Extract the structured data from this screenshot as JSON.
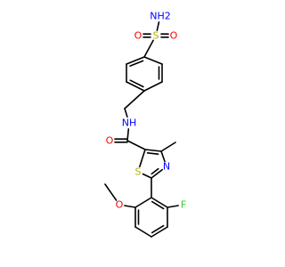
{
  "colors": {
    "bond": "#000000",
    "N": "#0000ff",
    "O": "#ff0000",
    "S": "#b2b200",
    "F": "#33cc33"
  },
  "atoms": [
    {
      "name": "atom-nh2",
      "label": "NH2",
      "el": "N"
    },
    {
      "name": "atom-s-sulfonyl",
      "label": "S",
      "el": "S"
    },
    {
      "name": "atom-o-sulfonyl-left",
      "label": "O",
      "el": "O"
    },
    {
      "name": "atom-o-sulfonyl-right",
      "label": "O",
      "el": "O"
    },
    {
      "name": "atom-nh-amide",
      "label": "NH",
      "el": "N"
    },
    {
      "name": "atom-o-carbonyl",
      "label": "O",
      "el": "O"
    },
    {
      "name": "atom-n-thiazole",
      "label": "N",
      "el": "N"
    },
    {
      "name": "atom-s-thiazole",
      "label": "S",
      "el": "S"
    },
    {
      "name": "atom-o-methoxy",
      "label": "O",
      "el": "O"
    },
    {
      "name": "atom-f",
      "label": "F",
      "el": "F"
    }
  ]
}
